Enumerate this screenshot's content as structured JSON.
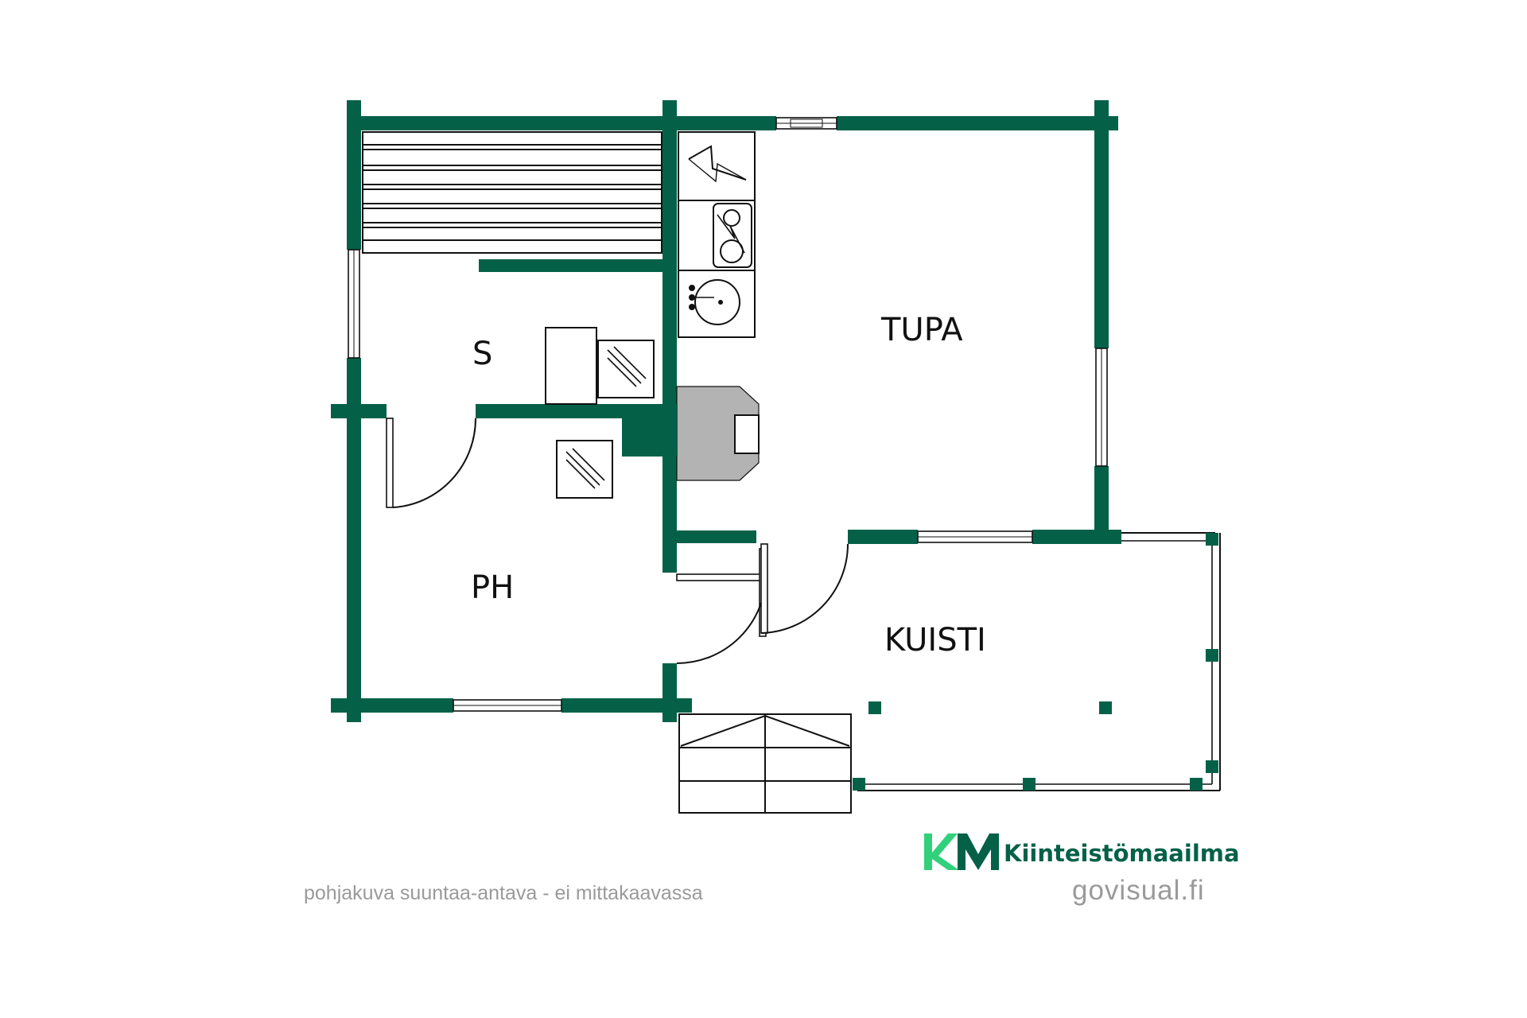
{
  "colors": {
    "wall": "#046148",
    "stove_stone": "#b3b3b3",
    "logo_light": "#31d17c",
    "logo_dark": "#046148",
    "footer_text": "#9a9a9a"
  },
  "rooms": {
    "sauna": "S",
    "bathroom": "PH",
    "living_room": "TUPA",
    "porch": "KUISTI"
  },
  "logo": {
    "mark": "KM",
    "brand": "Kiinteistömaailma"
  },
  "footer": {
    "disclaimer": "pohjakuva suuntaa-antava - ei mittakaavassa",
    "website": "govisual.fi"
  }
}
